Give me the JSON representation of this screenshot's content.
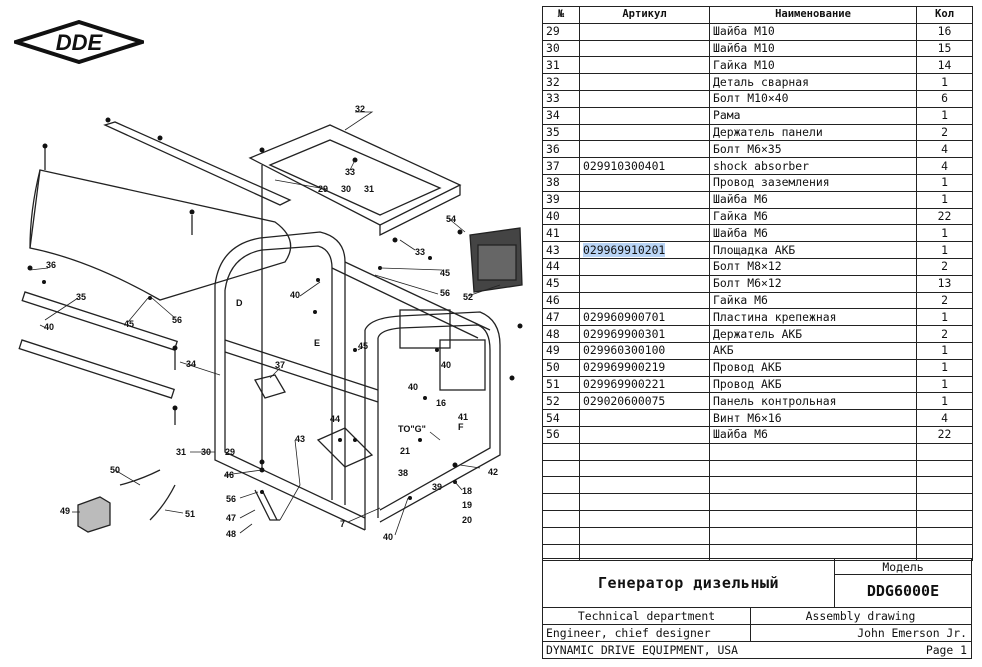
{
  "logo": {
    "text": "DDE"
  },
  "parts_table": {
    "headers": {
      "num": "№",
      "article": "Артикул",
      "name": "Наименование",
      "qty": "Кол"
    },
    "rows": [
      {
        "num": "29",
        "article": "",
        "name": "Шайба М10",
        "qty": "16"
      },
      {
        "num": "30",
        "article": "",
        "name": "Шайба М10",
        "qty": "15"
      },
      {
        "num": "31",
        "article": "",
        "name": "Гайка М10",
        "qty": "14"
      },
      {
        "num": "32",
        "article": "",
        "name": "Деталь сварная",
        "qty": "1"
      },
      {
        "num": "33",
        "article": "",
        "name": "Болт М10×40",
        "qty": "6"
      },
      {
        "num": "34",
        "article": "",
        "name": "Рама",
        "qty": "1"
      },
      {
        "num": "35",
        "article": "",
        "name": "Держатель панели",
        "qty": "2"
      },
      {
        "num": "36",
        "article": "",
        "name": "Болт М6×35",
        "qty": "4"
      },
      {
        "num": "37",
        "article": "029910300401",
        "name": "shock absorber",
        "qty": "4"
      },
      {
        "num": "38",
        "article": "",
        "name": "Провод заземления",
        "qty": "1"
      },
      {
        "num": "39",
        "article": "",
        "name": "Шайба М6",
        "qty": "1"
      },
      {
        "num": "40",
        "article": "",
        "name": "Гайка М6",
        "qty": "22"
      },
      {
        "num": "41",
        "article": "",
        "name": "Шайба М6",
        "qty": "1"
      },
      {
        "num": "43",
        "article": "029969910201",
        "name": "Площадка АКБ",
        "qty": "1",
        "highlight": true
      },
      {
        "num": "44",
        "article": "",
        "name": "Болт М8×12",
        "qty": "2"
      },
      {
        "num": "45",
        "article": "",
        "name": "Болт М6×12",
        "qty": "13"
      },
      {
        "num": "46",
        "article": "",
        "name": "Гайка М6",
        "qty": "2"
      },
      {
        "num": "47",
        "article": "029960900701",
        "name": "Пластина крепежная",
        "qty": "1"
      },
      {
        "num": "48",
        "article": "029969900301",
        "name": "Держатель АКБ",
        "qty": "2"
      },
      {
        "num": "49",
        "article": "029960300100",
        "name": "АКБ",
        "qty": "1"
      },
      {
        "num": "50",
        "article": "029969900219",
        "name": "Провод АКБ",
        "qty": "1"
      },
      {
        "num": "51",
        "article": "029969900221",
        "name": "Провод АКБ",
        "qty": "1"
      },
      {
        "num": "52",
        "article": "029020600075",
        "name": "Панель контрольная",
        "qty": "1"
      },
      {
        "num": "54",
        "article": "",
        "name": "Винт М6×16",
        "qty": "4"
      },
      {
        "num": "56",
        "article": "",
        "name": "Шайба М6",
        "qty": "22"
      },
      {
        "num": "",
        "article": "",
        "name": "",
        "qty": ""
      },
      {
        "num": "",
        "article": "",
        "name": "",
        "qty": ""
      },
      {
        "num": "",
        "article": "",
        "name": "",
        "qty": ""
      },
      {
        "num": "",
        "article": "",
        "name": "",
        "qty": ""
      },
      {
        "num": "",
        "article": "",
        "name": "",
        "qty": ""
      },
      {
        "num": "",
        "article": "",
        "name": "",
        "qty": ""
      },
      {
        "num": "",
        "article": "",
        "name": "",
        "qty": ""
      }
    ]
  },
  "title_block": {
    "product_name": "Генератор дизельный",
    "model_label": "Модель",
    "model": "DDG6000E",
    "department": "Technical department",
    "drawing_type": "Assembly drawing",
    "role": "Engineer, chief designer",
    "person": "John Emerson Jr.",
    "company": "DYNAMIC DRIVE EQUIPMENT, USA",
    "page": "Page 1"
  },
  "callouts": [
    "32",
    "33",
    "29",
    "30",
    "31",
    "54",
    "33",
    "45",
    "36",
    "35",
    "40",
    "45",
    "56",
    "34",
    "40",
    "56",
    "52",
    "45",
    "37",
    "D",
    "E",
    "40",
    "16",
    "41",
    "F",
    "TO\"G\"",
    "21",
    "38",
    "39",
    "18",
    "19",
    "20",
    "42",
    "44",
    "43",
    "31",
    "30",
    "29",
    "46",
    "56",
    "47",
    "48",
    "50",
    "49",
    "51",
    "7",
    "40"
  ]
}
